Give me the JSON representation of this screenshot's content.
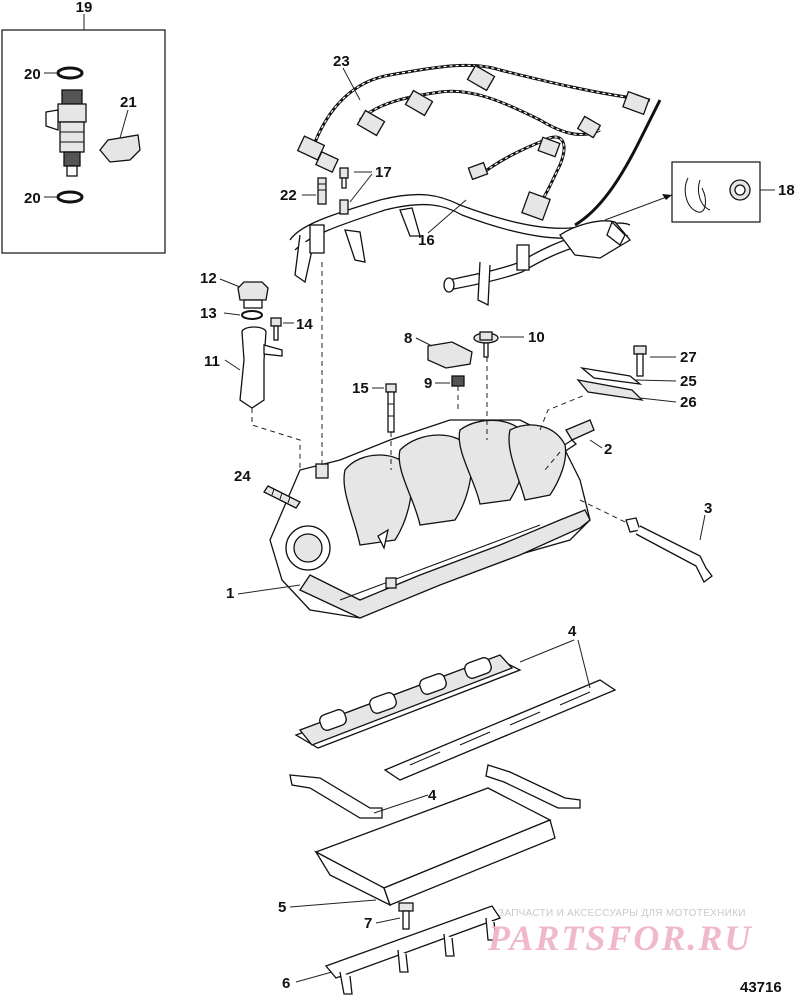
{
  "labels": {
    "l1": "1",
    "l2": "2",
    "l3": "3",
    "l4a": "4",
    "l4b": "4",
    "l5": "5",
    "l6": "6",
    "l7": "7",
    "l8": "8",
    "l9": "9",
    "l10": "10",
    "l11": "11",
    "l12": "12",
    "l13": "13",
    "l14": "14",
    "l15": "15",
    "l16": "16",
    "l17": "17",
    "l18": "18",
    "l19": "19",
    "l20a": "20",
    "l20b": "20",
    "l21": "21",
    "l22": "22",
    "l23": "23",
    "l24": "24",
    "l25": "25",
    "l26": "26",
    "l27": "27"
  },
  "figure_number": "43716",
  "watermark": {
    "tagline": "ЗАПЧАСТИ И АКСЕССУАРЫ ДЛЯ МОТОТЕХНИКИ",
    "brand": "PARTSFOR.RU"
  },
  "colors": {
    "ink": "#111111",
    "watermark_brand": "#f0b8c8",
    "watermark_tagline": "#c9c9c9"
  }
}
